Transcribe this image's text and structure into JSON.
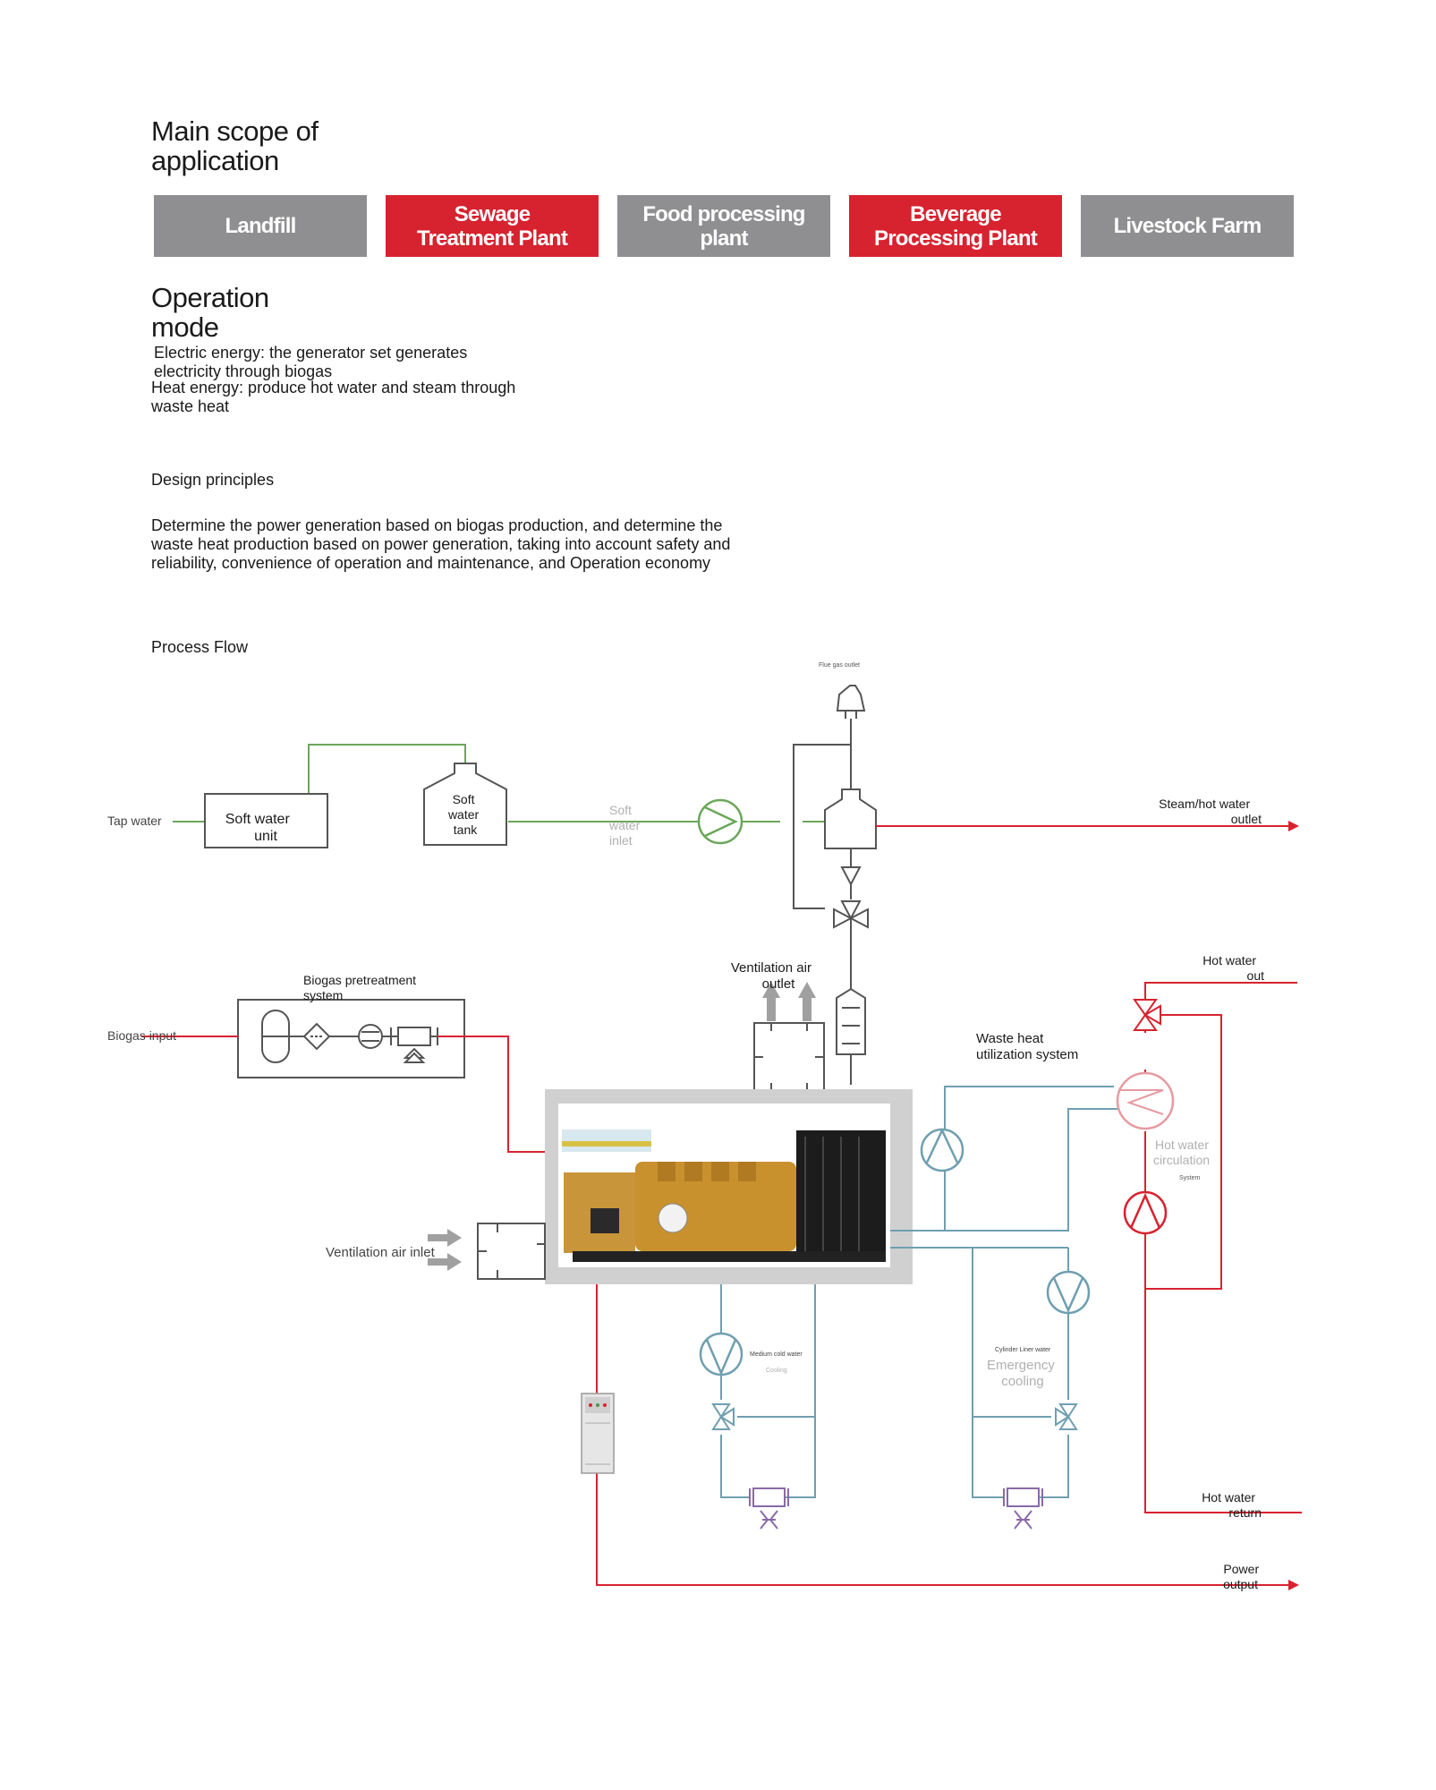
{
  "scope": {
    "title": "Main scope of\napplication",
    "tiles": [
      {
        "label": "Landfill",
        "color": "#8f8f91"
      },
      {
        "label": "Sewage\nTreatment Plant",
        "color": "#d7232f"
      },
      {
        "label": "Food processing\nplant",
        "color": "#8f8f91"
      },
      {
        "label": "Beverage\nProcessing Plant",
        "color": "#d7232f"
      },
      {
        "label": "Livestock Farm",
        "color": "#8f8f91"
      }
    ]
  },
  "operation": {
    "title": "Operation\nmode",
    "electric": "Electric energy: the generator set generates\nelectricity through biogas",
    "heat": "Heat energy: produce hot water and steam through\nwaste heat"
  },
  "design": {
    "title": "Design principles",
    "text": "Determine the power generation based on biogas production, and determine the\nwaste heat production based on power generation, taking into account safety and\nreliability, convenience of operation and maintenance, and Operation economy"
  },
  "process": {
    "title": "Process Flow",
    "labels": {
      "flue_gas": "Flue gas outlet",
      "tap_water": "Tap water",
      "soft_water_unit": "Soft water\nunit",
      "soft_water_tank": "Soft\nwater\ntank",
      "soft_water_inlet": "Soft\nwater\ninlet",
      "steam_outlet": "Steam/hot water\noutlet",
      "vent_outlet": "Ventilation air\noutlet",
      "biogas_pre": "Biogas pretreatment\nsystem",
      "biogas_input": "Biogas input",
      "hot_water_out": "Hot water\nout",
      "waste_heat": "Waste heat\nutilization system",
      "hot_water_circ": "Hot water\ncirculation",
      "system_small": "System",
      "vent_inlet": "Ventilation air inlet",
      "medium_cold": "Medium cold water",
      "cooling_small": "Cooling",
      "cylinder_liner": "Cylinder Liner water",
      "emergency": "Emergency\ncooling",
      "hot_water_return": "Hot water\nreturn",
      "power_output": "Power\noutput"
    },
    "colors": {
      "red": "#d7232f",
      "green": "#6aa75a",
      "blue": "#6f9fb0",
      "purple": "#8a6aa8",
      "gray": "#555555"
    }
  }
}
